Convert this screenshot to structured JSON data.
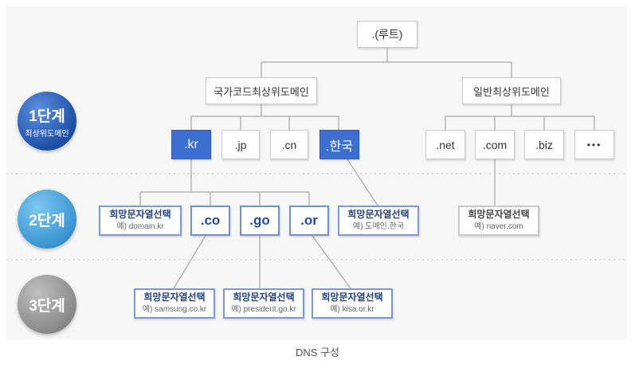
{
  "root": {
    "label": ".(루트)"
  },
  "branches": {
    "country": "국가코드최상위도메인",
    "generic": "일반최상위도메인"
  },
  "stages": [
    {
      "number": "1단계",
      "sub": "최상위도메인"
    },
    {
      "number": "2단계",
      "sub": ""
    },
    {
      "number": "3단계",
      "sub": ""
    }
  ],
  "country_tlds": [
    ".kr",
    ".jp",
    ".cn",
    ".한국"
  ],
  "generic_tlds": [
    ".net",
    ".com",
    ".biz",
    "•••"
  ],
  "kr_second_level": [
    ".co",
    ".go",
    ".or"
  ],
  "level2_desc": {
    "kr": {
      "title": "희망문자열선택",
      "example": "예) domain.kr"
    },
    "hangul": {
      "title": "희망문자열선택",
      "example": "예) 도메인.한국"
    },
    "com": {
      "title": "희망문자열선택",
      "example": "예) naver.com"
    }
  },
  "level3_desc": [
    {
      "title": "희망문자열선택",
      "example": "예) samsung.co.kr"
    },
    {
      "title": "희망문자열선택",
      "example": "예) president.go.kr"
    },
    {
      "title": "희망문자열선택",
      "example": "예) kisa.or.kr"
    }
  ],
  "caption": "DNS 구성",
  "colors": {
    "highlight": "#3d6fd1",
    "desc_border": "#7d98d8",
    "line": "#b5b5b5"
  }
}
